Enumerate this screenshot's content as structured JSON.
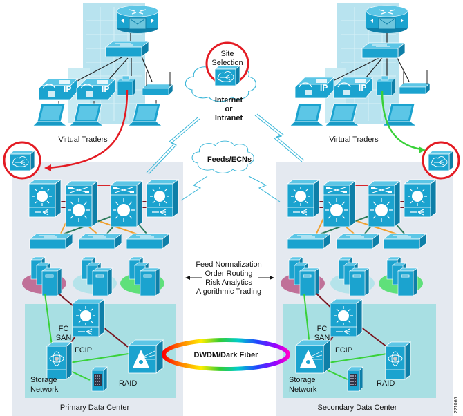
{
  "colors": {
    "device": "#1ba3cf",
    "device_dark": "#0e7fa8",
    "device_light": "#5cc6e6",
    "building": "#b8e3ef",
    "dc_bg": "#e4e9f0",
    "san_bg": "#a8dfe3",
    "highlight_ring": "#e31b23",
    "red_link": "#d7262a",
    "dark_red_link": "#7a1620",
    "orange_link": "#f0a030",
    "teal_link": "#2a7a5a",
    "green_link": "#39d139",
    "vlan_pink": "#c07098",
    "vlan_cyan": "#b5e3ea",
    "vlan_green": "#5fe07a",
    "wan_lightning": "#3ab6d8"
  },
  "labels": {
    "virtual_traders_left": "Virtual Traders",
    "virtual_traders_right": "Virtual Traders",
    "site_selection_line1": "Site",
    "site_selection_line2": "Selection",
    "internet_line1": "Internet",
    "internet_line2": "or",
    "internet_line3": "Intranet",
    "feeds": "Feeds/ECNs",
    "apps": [
      "Feed Normalization",
      "Order Routing",
      "Risk Analytics",
      "Algorithmic Trading"
    ],
    "dwdm": "DWDM/Dark Fiber",
    "fc_san_left_1": "FC",
    "fc_san_left_2": "SAN",
    "fcip_left": "FCIP",
    "storage_left_1": "Storage",
    "storage_left_2": "Network",
    "raid_left": "RAID",
    "fc_san_right_1": "FC",
    "fc_san_right_2": "SAN",
    "fcip_right": "FCIP",
    "storage_right_1": "Storage",
    "storage_right_2": "Network",
    "raid_right": "RAID",
    "primary_dc": "Primary Data Center",
    "secondary_dc": "Secondary Data Center",
    "figure_id": "221066"
  },
  "icons": {
    "ip_phone_text": "IP"
  }
}
